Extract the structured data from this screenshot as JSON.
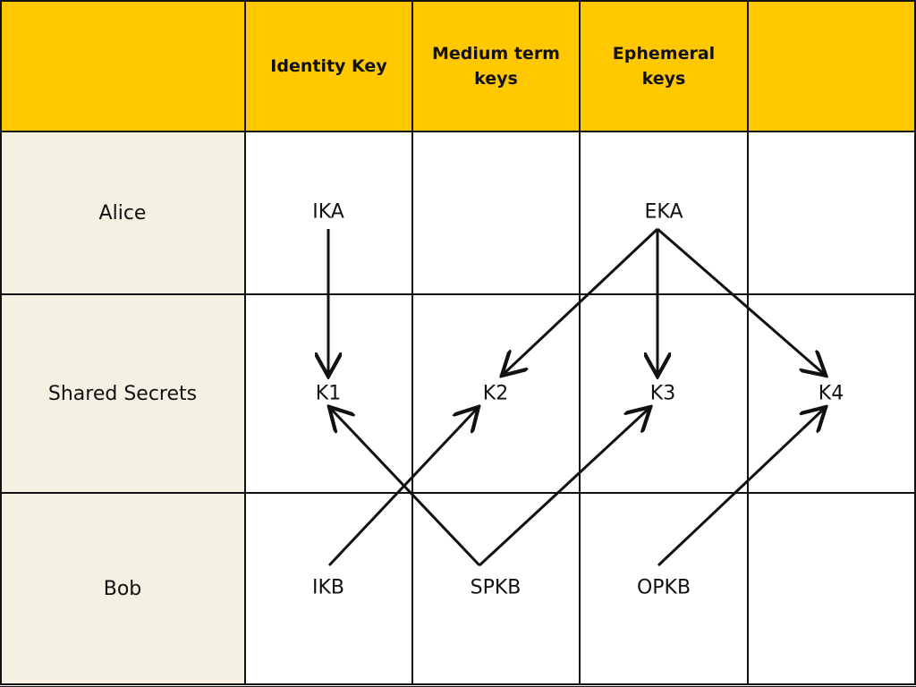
{
  "header": {
    "col0": "",
    "col1": "Identity Key",
    "col2": "Medium term\nkeys",
    "col3": "Ephemeral\nkeys",
    "col4": ""
  },
  "rows": {
    "alice": "Alice",
    "shared": "Shared Secrets",
    "bob": "Bob"
  },
  "keys": {
    "ika": "IKA",
    "eka": "EKA",
    "k1": "K1",
    "k2": "K2",
    "k3": "K3",
    "k4": "K4",
    "ikb": "IKB",
    "spkb": "SPKB",
    "opkb": "OPKB"
  },
  "colors": {
    "header_bg": "#FFC800",
    "row_label_bg": "#F4F0E2",
    "line": "#111111"
  }
}
